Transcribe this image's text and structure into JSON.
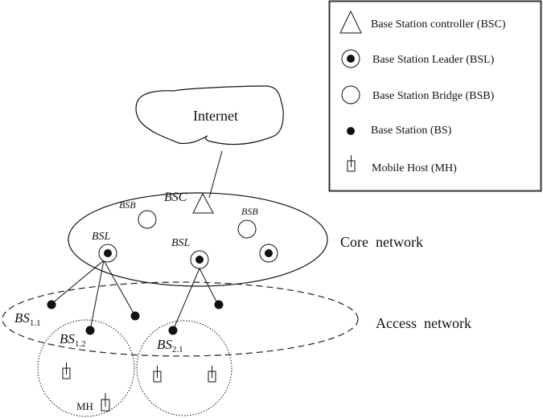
{
  "legend": {
    "items": [
      {
        "icon": "triangle-icon",
        "label": "Base Station controller (BSC)"
      },
      {
        "icon": "circle-dot-icon",
        "label": "Base Station Leader (BSL)"
      },
      {
        "icon": "circle-icon",
        "label": "Base Station Bridge (BSB)"
      },
      {
        "icon": "dot-icon",
        "label": "Base Station (BS)"
      },
      {
        "icon": "mobile-host-icon",
        "label": "Mobile Host (MH)"
      }
    ]
  },
  "cloud": {
    "label": "Internet"
  },
  "regions": {
    "core": "Core  network",
    "access": "Access  network"
  },
  "node_labels": {
    "bsc": "BSC",
    "bsb_left": "BSB",
    "bsb_right": "BSB",
    "bsl_left": "BSL",
    "bsl_mid": "BSL"
  },
  "bs_labels": [
    {
      "base": "BS",
      "sub": "1.1"
    },
    {
      "base": "BS",
      "sub": "1.2"
    },
    {
      "base": "BS",
      "sub": "2.1"
    }
  ],
  "mh_label": "MH",
  "colors": {
    "stroke": "#111111",
    "background": "#ffffff"
  }
}
